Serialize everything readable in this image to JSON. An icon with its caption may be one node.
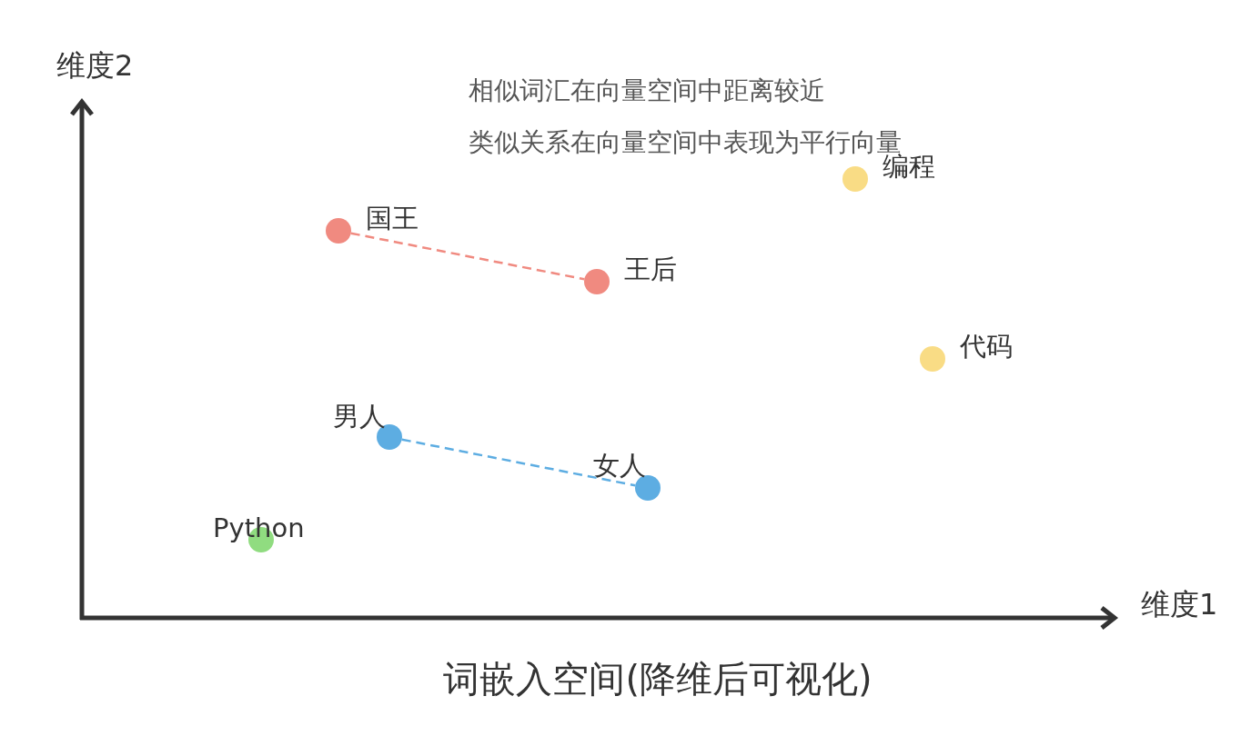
{
  "diagram": {
    "caption": "词嵌入空间(降维后可视化)",
    "nodes": [
      {
        "text": [],
        "shape": "circle",
        "beside": [
          "国王"
        ]
      },
      {
        "text": [],
        "shape": "circle",
        "beside": [
          "王后"
        ]
      },
      {
        "text": [],
        "shape": "circle",
        "beside": [
          "男人"
        ]
      },
      {
        "text": [],
        "shape": "circle",
        "beside": [
          "女人"
        ]
      },
      {
        "text": [],
        "shape": "circle",
        "beside": [
          "编程"
        ]
      },
      {
        "text": [],
        "shape": "circle",
        "beside": [
          "代码"
        ]
      },
      {
        "text": [
          "Python"
        ]
      }
    ],
    "edges": [
      {
        "from": 0,
        "to": 1,
        "arrow": "none",
        "style": "dashed",
        "color": "#f08a80"
      },
      {
        "from": 2,
        "to": 3,
        "arrow": "none",
        "style": "dashed",
        "color": "#5dade2"
      }
    ],
    "labels": [
      "维度2",
      "相似词汇在向量空间中距离较近",
      "类似关系在向量空间中表现为平行向量",
      "维度1"
    ]
  }
}
